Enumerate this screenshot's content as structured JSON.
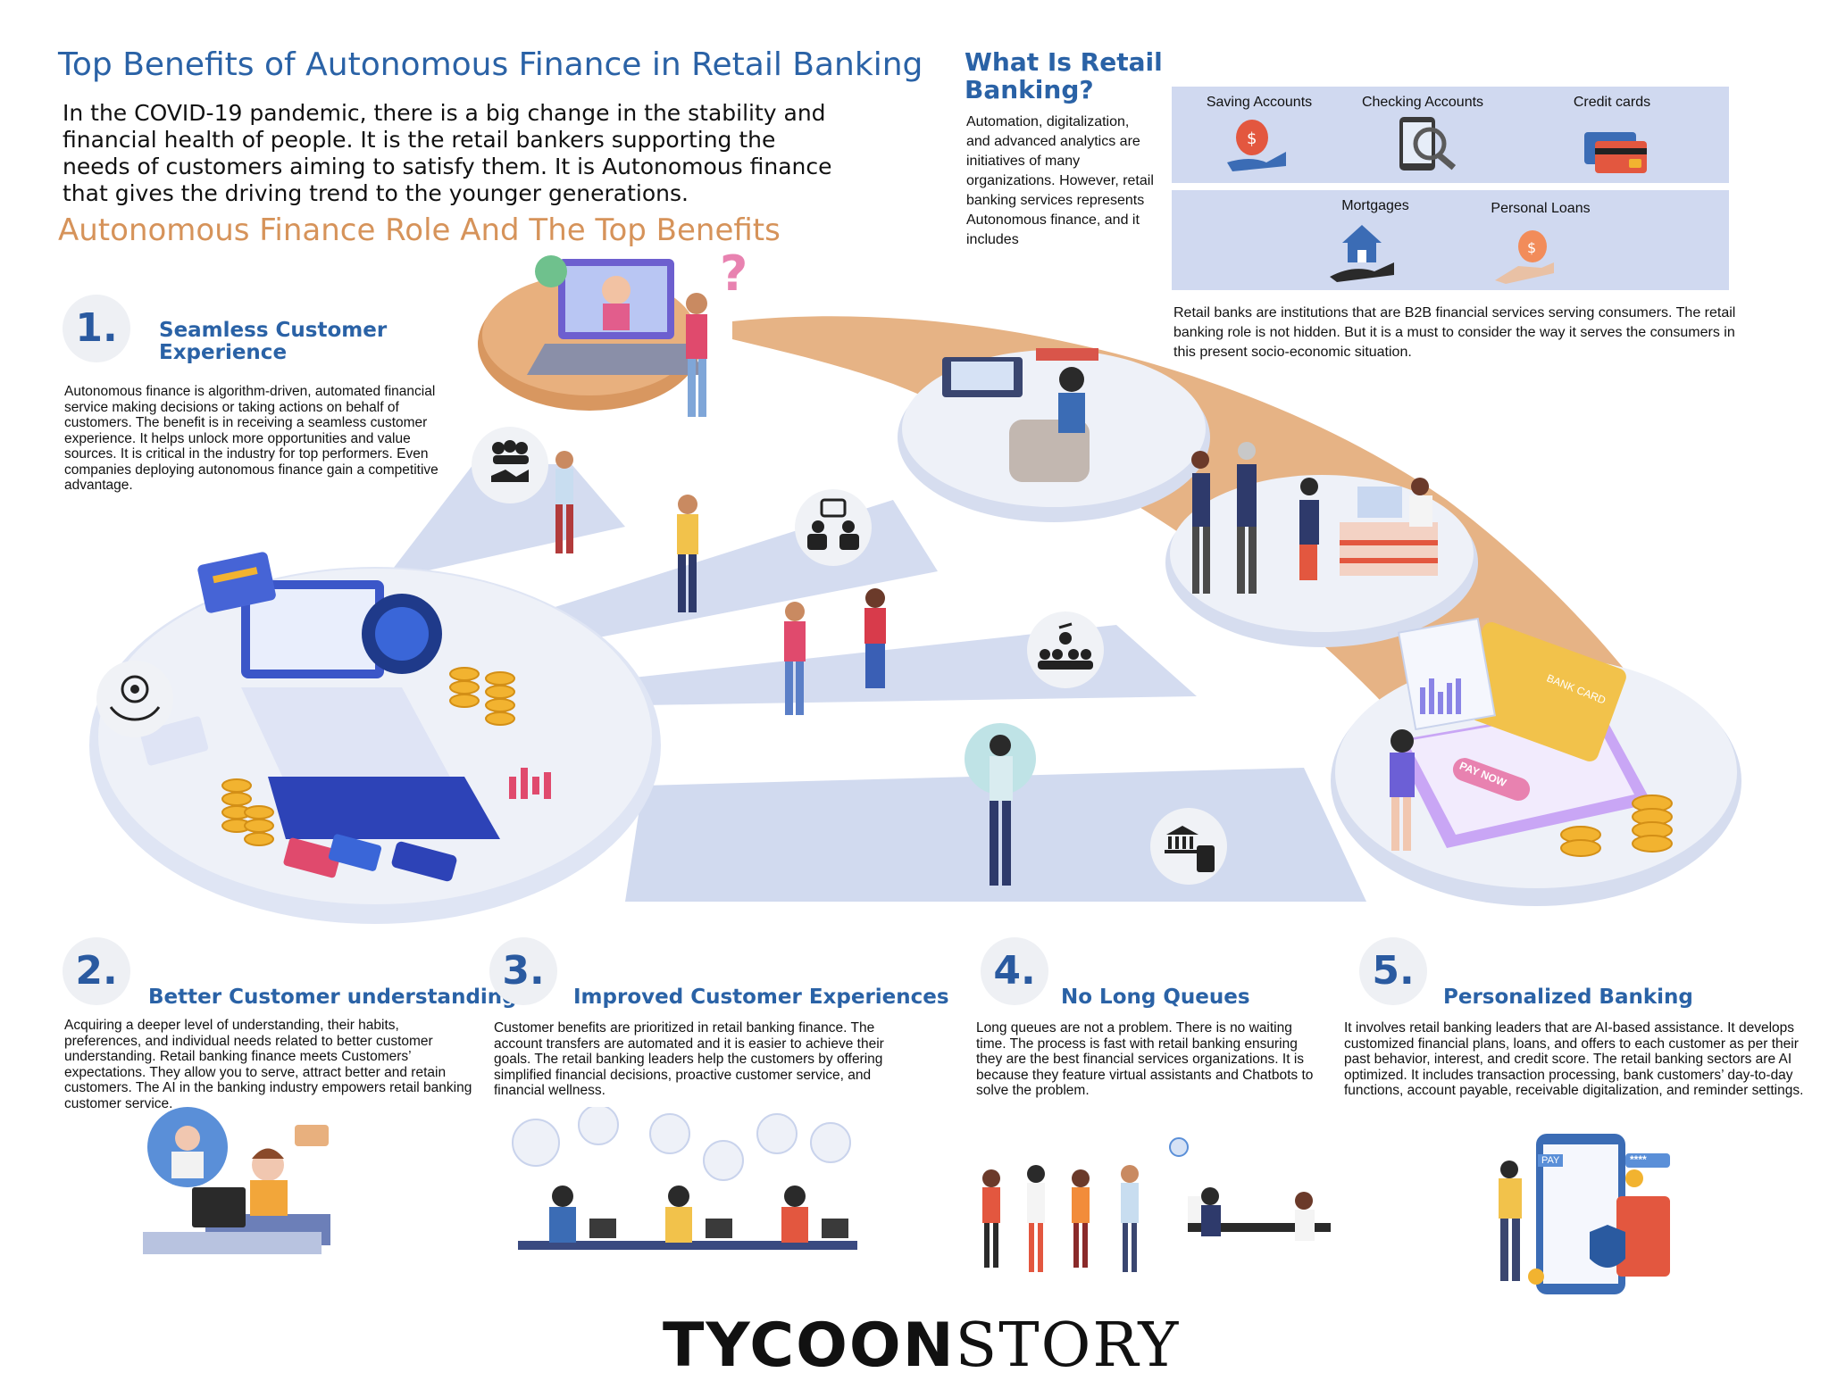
{
  "header": {
    "title": "Top Benefits of Autonomous Finance in Retail Banking",
    "intro": "In the COVID-19 pandemic, there is a big change in the stability and financial health of people. It is the retail bankers supporting the needs of customers aiming to satisfy them. It is Autonomous finance that gives the driving trend to the younger generations.",
    "subtitle": "Autonomous Finance Role And The Top Benefits"
  },
  "sidebar": {
    "title_line1": "What Is Retail",
    "title_line2": "Banking?",
    "text": "Automation, digitalization, and advanced analytics are initiatives of many organizations. However, retail banking services represents Autonomous finance, and it includes",
    "products": [
      {
        "label": "Saving Accounts"
      },
      {
        "label": "Checking Accounts"
      },
      {
        "label": "Credit cards"
      },
      {
        "label": "Mortgages"
      },
      {
        "label": "Personal Loans"
      }
    ],
    "note": "Retail banks are institutions that are B2B financial services serving consumers. The retail banking role is not hidden. But it is a must to consider the way it serves the consumers in this present socio-economic situation."
  },
  "benefits": [
    {
      "number": "1.",
      "title_line1": "Seamless Customer",
      "title_line2": "Experience",
      "text": "Autonomous finance is algorithm-driven, automated financial service making decisions or taking actions on behalf of customers. The benefit is in receiving a seamless customer experience. It helps unlock more opportunities and value sources. It is critical in the industry for top performers. Even companies deploying autonomous finance gain a competitive advantage."
    },
    {
      "number": "2.",
      "title": "Better Customer understanding",
      "text": "Acquiring a deeper level of understanding, their habits, preferences, and individual needs related to better customer understanding. Retail banking finance meets Customers’ expectations. They allow you to serve, attract better and retain customers. The AI in the banking industry empowers retail banking customer service."
    },
    {
      "number": "3.",
      "title": "Improved Customer Experiences",
      "text": "Customer benefits are prioritized in retail banking finance. The account transfers are automated and it is easier to achieve their goals.  The retail banking leaders help the customers by offering simplified financial decisions, proactive customer service, and financial wellness."
    },
    {
      "number": "4.",
      "title": "No Long Queues",
      "text": "Long queues are not a problem. There is no waiting time. The process is fast with retail banking ensuring they are the best financial services organizations. It is because they feature virtual assistants and Chatbots to solve the problem."
    },
    {
      "number": "5.",
      "title": "Personalized Banking",
      "text": "It involves retail banking leaders that are AI-based assistance. It develops customized financial plans, loans, and offers to each customer as per their past behavior, interest, and credit score. The retail banking sectors are AI optimized. It includes transaction processing, bank customers’ day-to-day functions, account payable, receivable digitalization, and reminder settings."
    }
  ],
  "illustration": {
    "pay_now": "PAY NOW",
    "bank_card": "BANK CARD",
    "pay": "PAY",
    "stars": "****"
  },
  "logo": {
    "bold": "TYCOON",
    "serif": "STORY"
  },
  "colors": {
    "blue": "#2a62a6",
    "orange": "#d6935a",
    "path_tan": "#e6b385",
    "light_blue": "#c9d3ec",
    "pale": "#eef1f8"
  }
}
